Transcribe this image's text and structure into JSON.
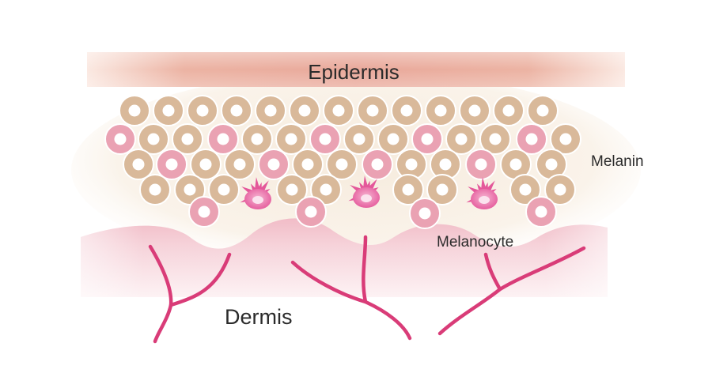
{
  "labels": {
    "epidermis": "Epidermis",
    "melanin": "Melanin",
    "melanocyte": "Melanocyte",
    "dermis": "Dermis"
  },
  "colors": {
    "epidermis_band": "#e9a89a",
    "epidermis_band_light": "#f7ddd3",
    "cell_tan": "#d9b99a",
    "cell_pink": "#eaa2b3",
    "melanocyte": "#e4579a",
    "dermis_fill": "#f3c5cf",
    "dermis_fill_light": "#fbeaee",
    "blood_vessel": "#d93c78",
    "text": "#2b2b2b"
  },
  "icons": {
    "cells": "round-cell-icon",
    "melanocyte": "star-cell-icon",
    "vessels": "blood-vessel-icon"
  }
}
